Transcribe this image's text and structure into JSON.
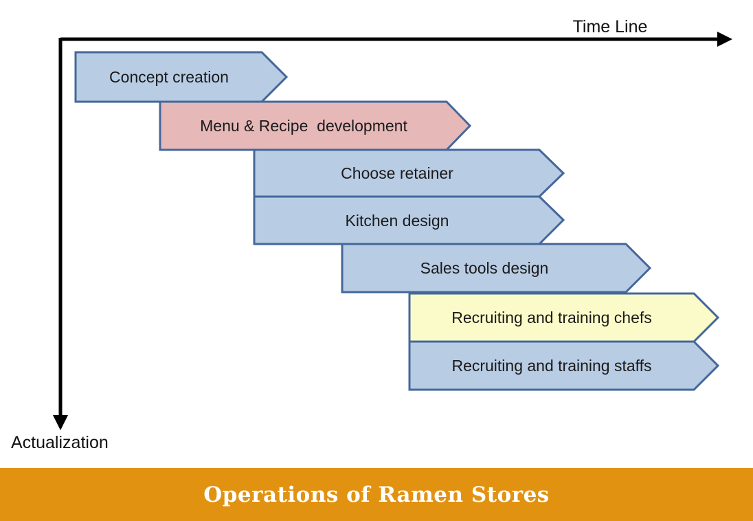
{
  "axes": {
    "time_line_label": "Time Line",
    "actualization_label": "Actualization",
    "axis_color": "#000000"
  },
  "bars": [
    {
      "label": "Concept creation",
      "fill": "#B8CCE4"
    },
    {
      "label": "Menu & Recipe  development",
      "fill": "#E6B9B8"
    },
    {
      "label": "Choose retainer",
      "fill": "#B8CCE4"
    },
    {
      "label": "Kitchen design",
      "fill": "#B8CCE4"
    },
    {
      "label": "Sales tools design",
      "fill": "#B8CCE4"
    },
    {
      "label": "Recruiting and training chefs",
      "fill": "#FBFBC9"
    },
    {
      "label": "Recruiting and training staffs",
      "fill": "#B8CCE4"
    }
  ],
  "colors": {
    "bar_border": "#44679A",
    "banner_background": "#E29211",
    "banner_text": "#FFFFFF"
  },
  "banner": {
    "title": "Operations of Ramen Stores"
  }
}
